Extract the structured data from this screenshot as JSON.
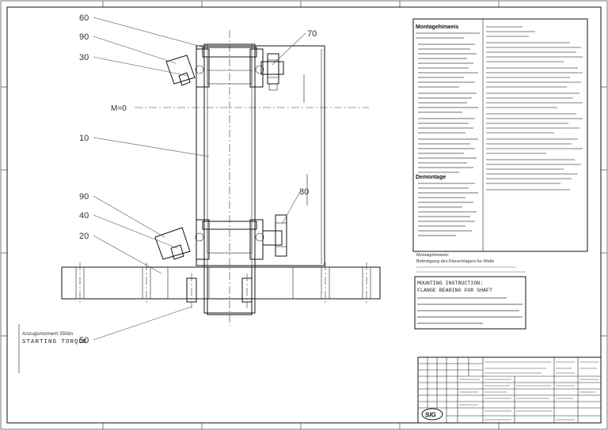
{
  "callouts": {
    "c60": "60",
    "c90a": "90",
    "c30": "30",
    "c70": "70",
    "c10": "10",
    "c90b": "90",
    "c40": "40",
    "c20": "20",
    "c80": "80",
    "c50": "50"
  },
  "dim_m0": "M=0",
  "torque": {
    "de": "Anzugsmoment 35Nm",
    "en": "STARTING TORQUE"
  },
  "notes": {
    "heading_montage": "Montagehinweis",
    "heading_demontage": "Demontage",
    "assembly_de_1": "Montagehinweis:",
    "assembly_de_2": "Befestigung des Flanschlagers fur Welle",
    "assembly_en_1": "MOUNTING INSTRUCTION:",
    "assembly_en_2": "FLANGE BEARING FOR SHAFT"
  },
  "title_block": {
    "logo": "SIG"
  }
}
